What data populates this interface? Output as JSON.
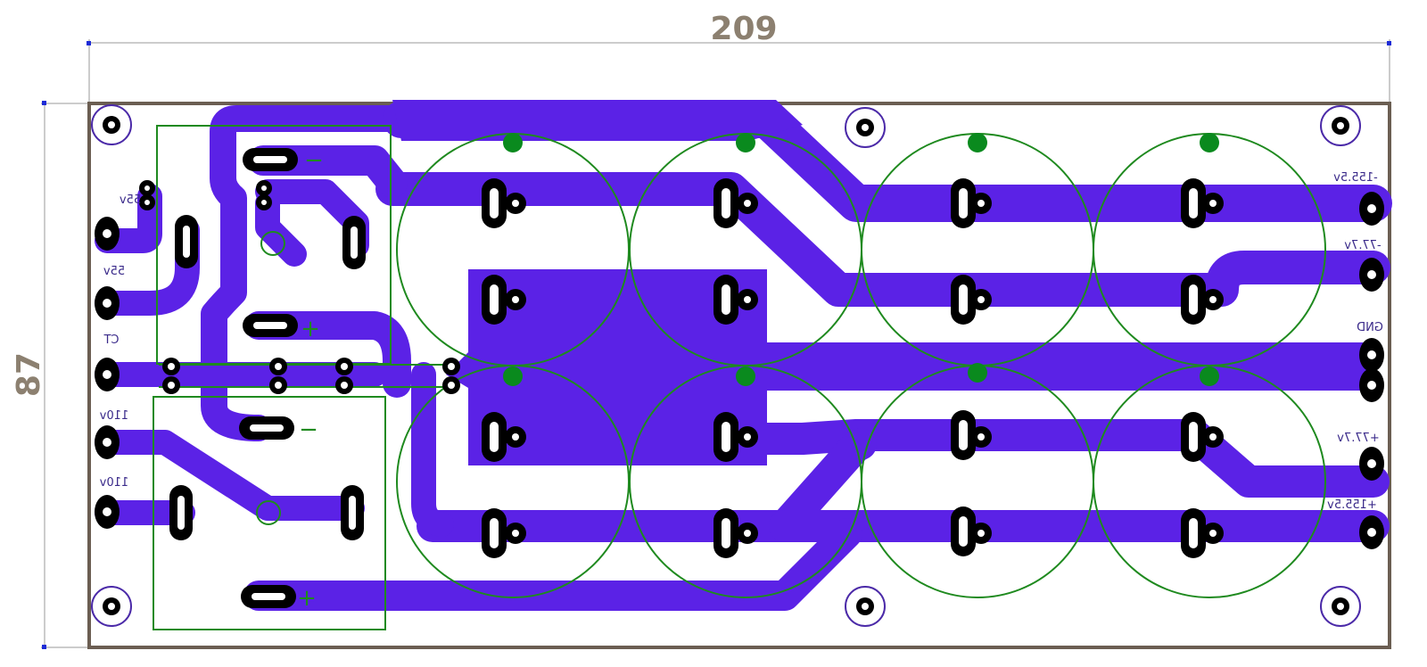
{
  "dimensions": {
    "width_label": "209",
    "height_label": "87"
  },
  "net_labels": {
    "left": [
      "55v",
      "55v",
      "CT",
      "110v",
      "110v"
    ],
    "right": [
      "-155.5v",
      "-77.7v",
      "GND",
      "+77.7v",
      "+155.5v"
    ]
  },
  "polarity_marks": {
    "minus": "−",
    "plus": "+"
  },
  "colors": {
    "copper": "#5b22e6",
    "pad": "#000000",
    "silkscreen": "#1f8a1f",
    "board_outline": "#6b5e52",
    "dimension_text": "#8c8070"
  }
}
